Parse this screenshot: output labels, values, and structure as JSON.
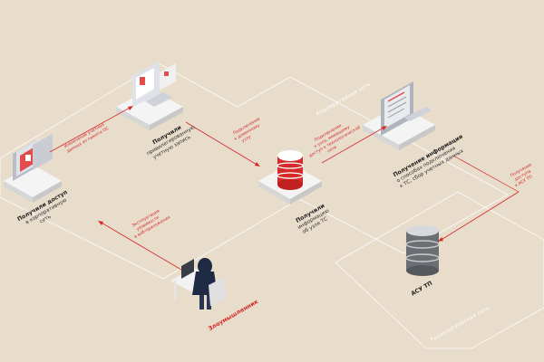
{
  "zones": {
    "corporate": "Корпоративная сеть",
    "technological": "Технологическая сеть"
  },
  "nodes": {
    "corp_access": {
      "title": "Получили доступ",
      "sub": [
        "в корпоративную",
        "сеть"
      ]
    },
    "priv_account": {
      "title": "Получили",
      "sub": [
        "привилегированную",
        "учетную запись"
      ]
    },
    "db_info": {
      "title": "Получили",
      "sub": [
        "информацию",
        "об узле ТС"
      ]
    },
    "info_gathering": {
      "title": "Получение информации",
      "sub": [
        "о способах подключения",
        "к ТС, сбор учетных данных"
      ]
    },
    "asu_tp": {
      "title": "АСУ ТП"
    },
    "attacker": {
      "title": "Злоумышленник"
    }
  },
  "arrows": {
    "a1": [
      "Эксплуатация",
      "уязвимости",
      "в веб-приложении"
    ],
    "a2": [
      "Извлечение учетных",
      "данных из памяти ОС"
    ],
    "a3": [
      "Подключение",
      "к доменному",
      "узлу"
    ],
    "a4": [
      "Подключение",
      "к узлу, имеющему",
      "доступ к технологической",
      "сети"
    ],
    "a5": [
      "Получение",
      "доступа",
      "к АСУ ТП"
    ]
  }
}
